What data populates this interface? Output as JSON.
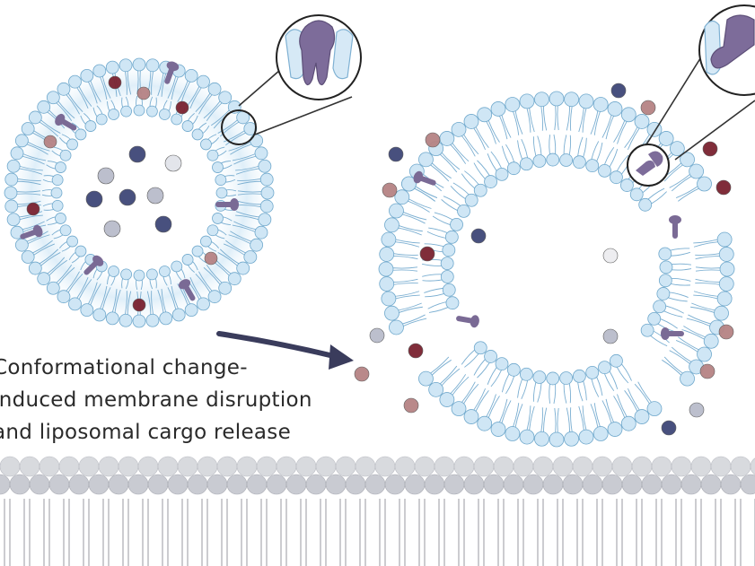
{
  "caption": {
    "line1": "Conformational change-",
    "line2": "induced membrane disruption",
    "line3": "and liposomal cargo release"
  },
  "colors": {
    "lipid_head": "#cfe6f5",
    "lipid_head_stroke": "#6fa8cc",
    "lipid_tail": "#7aaed1",
    "protein": "#7a6a95",
    "cargo_navy": "#3f4778",
    "cargo_gray": "#b9bccb",
    "cargo_maroon": "#7a2230",
    "cargo_rose": "#b68384",
    "bilayer_head": "#c9cbd2",
    "arrow": "#3a3c5c"
  },
  "icons": {
    "intact_liposome": "intact-liposome-icon",
    "disrupted_liposome": "disrupted-liposome-icon",
    "zoom_left": "zoom-protein-icon",
    "zoom_right": "zoom-protein-icon",
    "arrow": "curved-arrow-icon",
    "membrane": "cell-membrane-icon"
  }
}
